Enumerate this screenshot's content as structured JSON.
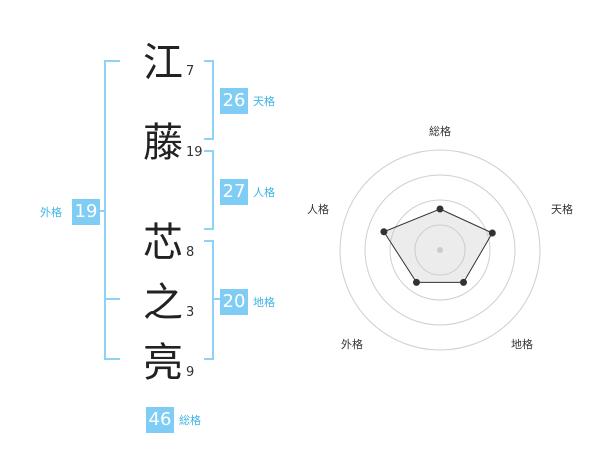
{
  "name": {
    "chars": [
      {
        "char": "江",
        "strokes": "7"
      },
      {
        "char": "藤",
        "strokes": "19"
      },
      {
        "char": "芯",
        "strokes": "8"
      },
      {
        "char": "之",
        "strokes": "3"
      },
      {
        "char": "亮",
        "strokes": "9"
      }
    ]
  },
  "kaku": {
    "tenkaku": {
      "label": "天格",
      "value": "26"
    },
    "jinkaku": {
      "label": "人格",
      "value": "27"
    },
    "chikaku": {
      "label": "地格",
      "value": "20"
    },
    "gaikaku": {
      "label": "外格",
      "value": "19"
    },
    "soukaku": {
      "label": "総格",
      "value": "46"
    }
  },
  "colors": {
    "accent": "#7fcdf5",
    "bracket": "#8ed2f5",
    "label": "#3cb4e6"
  },
  "chart_data": {
    "type": "radar",
    "axes": [
      "総格",
      "天格",
      "地格",
      "外格",
      "人格"
    ],
    "values": [
      0.41,
      0.55,
      0.4,
      0.4,
      0.59
    ],
    "range": [
      0,
      1
    ],
    "rings": 4
  }
}
